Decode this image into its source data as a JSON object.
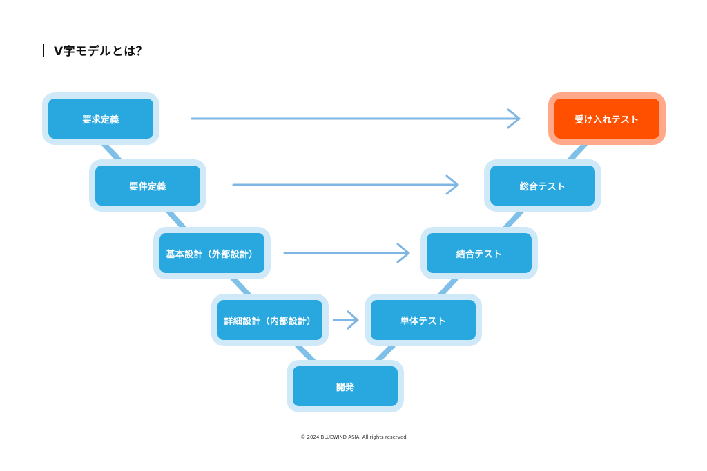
{
  "title": "V字モデルとは？",
  "left_steps": [
    "要求定義",
    "要件定義",
    "基本設計（外部設計）",
    "詳細設計（内部設計）"
  ],
  "bottom_step": "開発",
  "right_steps": [
    "受け入れテスト",
    "総合テスト",
    "結合テスト",
    "単体テスト"
  ],
  "colors": {
    "box": "#29a8e0",
    "box_halo": "#cfe9f8",
    "accent": "#ff5000",
    "accent_halo": "#ffa98a",
    "connector": "#7fc0e8",
    "arrow": "#7fb6e3"
  },
  "footer": "© 2024 BLUEWIND ASIA. All rights reserved"
}
